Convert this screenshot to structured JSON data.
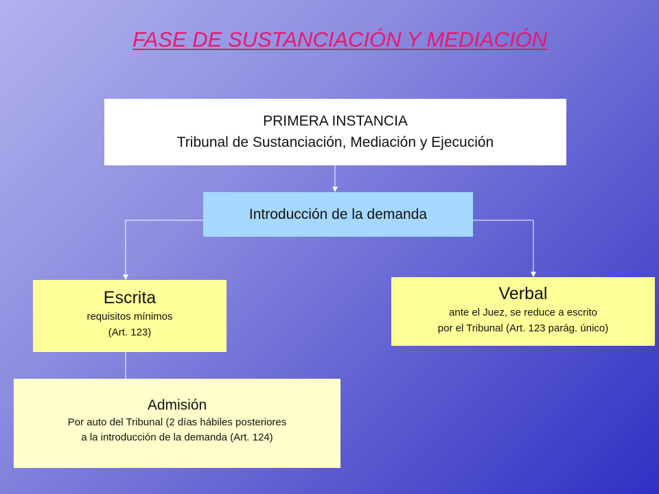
{
  "title": "FASE DE SUSTANCIACIÓN Y MEDIACIÓN",
  "primera_instancia": {
    "line1": "PRIMERA INSTANCIA",
    "line2": "Tribunal de Sustanciación, Mediación y Ejecución"
  },
  "introduccion": {
    "label": "Introducción de la demanda"
  },
  "escrita": {
    "heading": "Escrita",
    "line1": "requisitos mínimos",
    "line2": "(Art. 123)"
  },
  "verbal": {
    "heading": "Verbal",
    "line1": "ante el Juez, se reduce a escrito",
    "line2": "por el Tribunal (Art. 123 parág. único)"
  },
  "admision": {
    "heading": "Admisión",
    "line1": "Por auto del Tribunal (2 días hábiles posteriores",
    "line2": "a la introducción de la demanda (Art. 124)"
  },
  "colors": {
    "title": "#e8196e",
    "primera_box": "#ffffff",
    "introduccion_box": "#a6d8ff",
    "escrita_verbal_box": "#ffff99",
    "admision_box": "#ffffcc",
    "connector": "#ffffff"
  }
}
